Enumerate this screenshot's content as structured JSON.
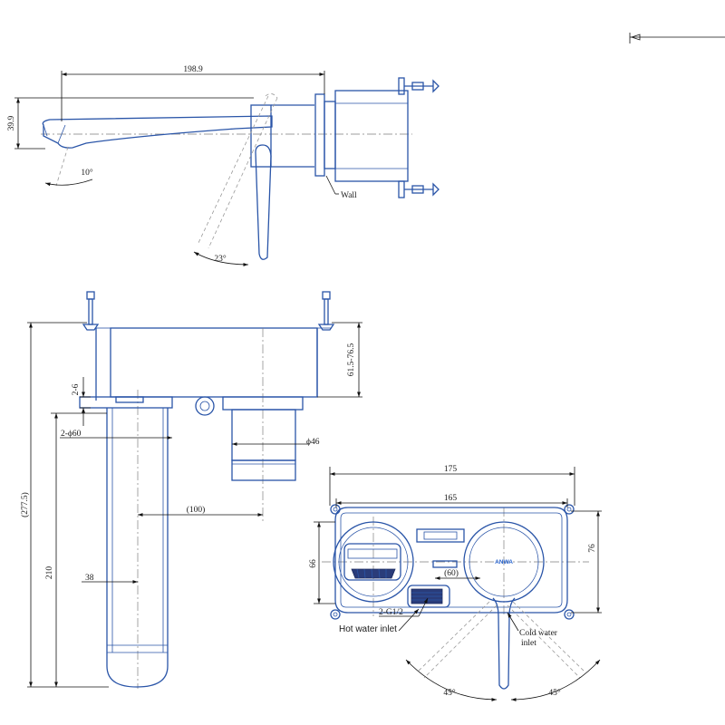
{
  "side_view": {
    "length_label": "198.9",
    "height_label": "39.9",
    "spout_angle_label": "10°",
    "lever_angle_label": "23°",
    "wall_label": "Wall"
  },
  "front_view": {
    "depth_label": "61.5-76.5",
    "total_height_label": "(277.5)",
    "spout_length_label": "210",
    "flange_thickness_label": "2-6",
    "flange_diameter_label": "2-ϕ60",
    "handle_diameter_label": "ϕ46",
    "spacing_label": "(100)",
    "spout_width_label": "38"
  },
  "plate_view": {
    "outer_width_label": "175",
    "inner_width_label": "165",
    "height_label": "66",
    "outer_height_label": "76",
    "inlet_spacing_label": "(60)",
    "thread_label": "2-G1/2",
    "hot_inlet_label": "Hot water inlet",
    "cold_inlet_label_line1": "Cold water",
    "cold_inlet_label_line2": "inlet",
    "left_angle_label": "45°",
    "right_angle_label": "45°",
    "brand_label": "ANWA"
  }
}
